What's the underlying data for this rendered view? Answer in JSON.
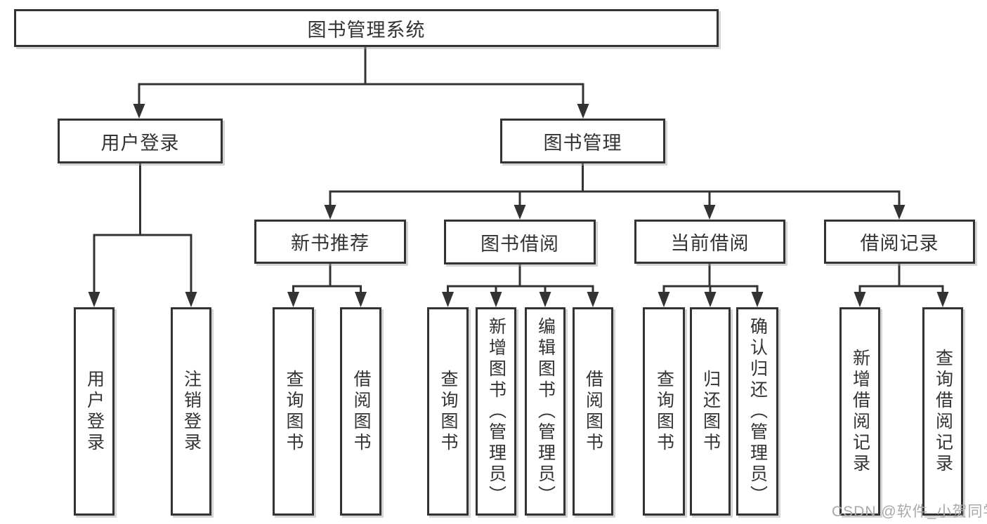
{
  "diagram": {
    "type": "tree",
    "root": {
      "label": "图书管理系统",
      "children": [
        {
          "label": "用户登录",
          "children": [
            {
              "label": "用户登录"
            },
            {
              "label": "注销登录"
            }
          ]
        },
        {
          "label": "图书管理",
          "children": [
            {
              "label": "新书推荐",
              "children": [
                {
                  "label": "查询图书"
                },
                {
                  "label": "借阅图书"
                }
              ]
            },
            {
              "label": "图书借阅",
              "children": [
                {
                  "label": "查询图书"
                },
                {
                  "label": "新增图书（管理员）"
                },
                {
                  "label": "编辑图书（管理员）"
                },
                {
                  "label": "借阅图书"
                }
              ]
            },
            {
              "label": "当前借阅",
              "children": [
                {
                  "label": "查询图书"
                },
                {
                  "label": "归还图书"
                },
                {
                  "label": "确认归还（管理员）"
                }
              ]
            },
            {
              "label": "借阅记录",
              "children": [
                {
                  "label": "新增借阅记录"
                },
                {
                  "label": "查询借阅记录"
                }
              ]
            }
          ]
        }
      ]
    }
  },
  "watermark": {
    "text": "CSDN @软件_小贺同学"
  },
  "colors": {
    "line": "#333333",
    "node_border": "#333333",
    "node_text": "#333333",
    "node_background": "#ffffff",
    "watermark": "#a9a9a9",
    "background": "#ffffff"
  }
}
